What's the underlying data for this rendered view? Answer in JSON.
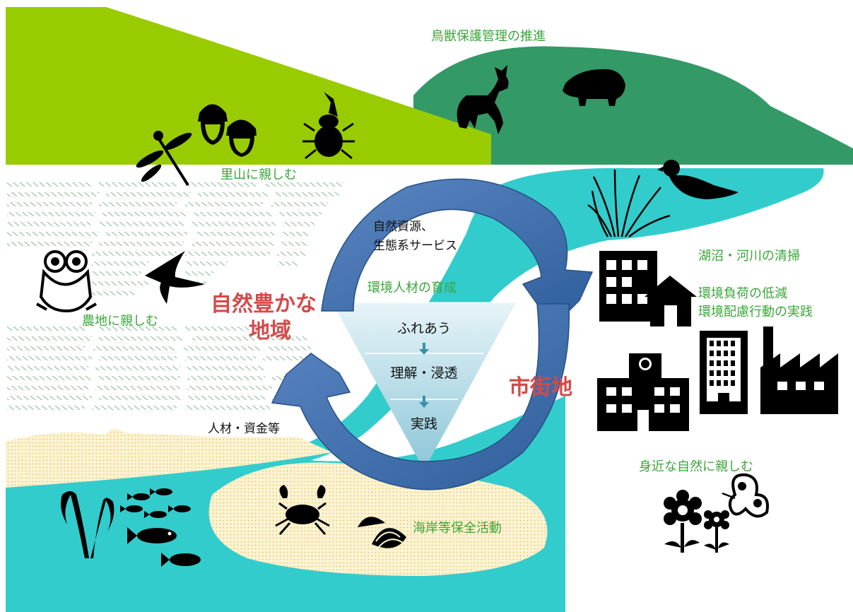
{
  "region_labels": {
    "nature_area_line1": "自然豊かな",
    "nature_area_line2": "地域",
    "urban_area": "市街地"
  },
  "activity_labels": {
    "wildlife_management": "鳥獣保護管理の推進",
    "satoyama": "里山に親しむ",
    "farmland": "農地に親しむ",
    "lakes_rivers": "湖沼・河川の清掃",
    "env_load_line1": "環境負荷の低減",
    "env_load_line2": "環境配慮行動の実践",
    "nearby_nature": "身近な自然に親しむ",
    "coast": "海岸等保全活動"
  },
  "flows": {
    "top_arrow_line1": "自然資源、",
    "top_arrow_line2": "生態系サービス",
    "bottom_arrow": "人材・資金等"
  },
  "pyramid": {
    "heading": "環境人材の育成",
    "levels": [
      "ふれあう",
      "理解・浸透",
      "実践"
    ]
  },
  "colors": {
    "hill_light_green": "#99cc00",
    "hill_dark_green": "#339966",
    "water_cyan": "#33cccc",
    "arrow_blue": "#4a78b5",
    "label_green": "#3aa63a",
    "label_red": "#d24b4b"
  },
  "icons": [
    "acorn-icon",
    "beetle-icon",
    "dragonfly-icon",
    "deer-icon",
    "boar-icon",
    "frog-icon",
    "swallow-icon",
    "grass-icon",
    "quail-icon",
    "building-icon",
    "house-icon",
    "school-icon",
    "tower-icon",
    "factory-icon",
    "flower-icon",
    "butterfly-icon",
    "seaweed-icon",
    "fish-icon",
    "crab-icon",
    "clam-icon"
  ]
}
